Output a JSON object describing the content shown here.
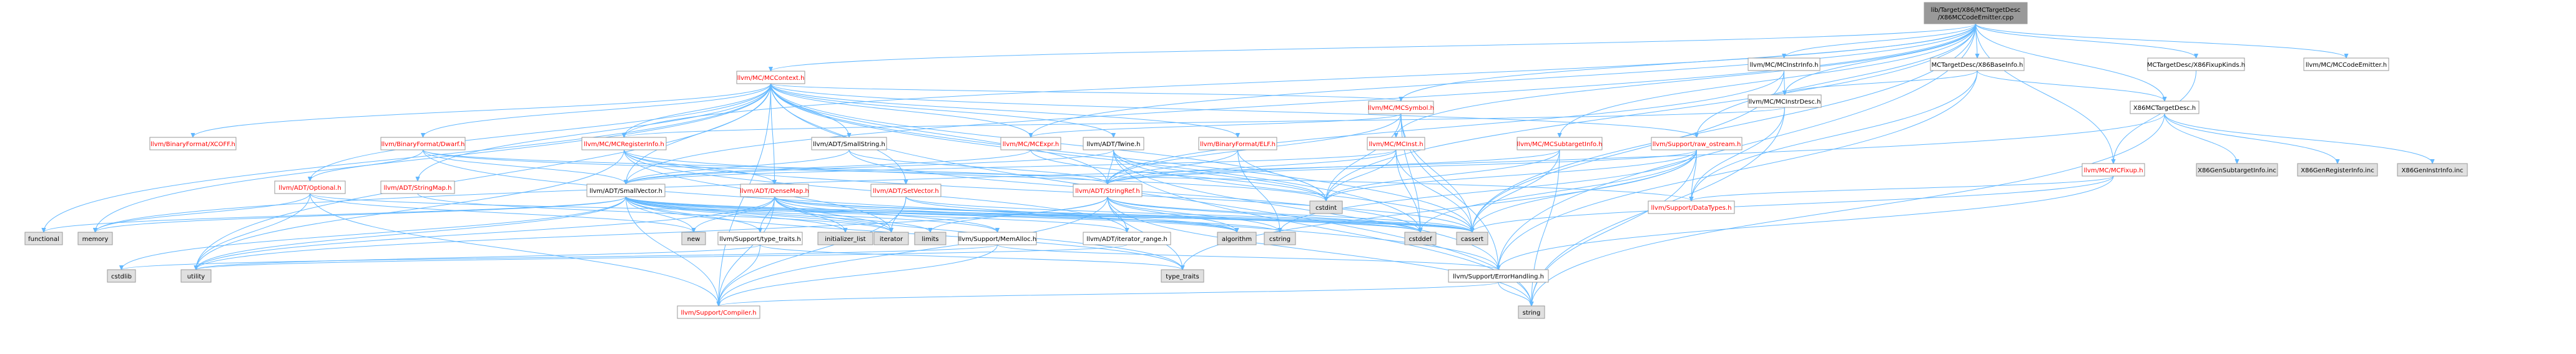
{
  "graph": {
    "colors": {
      "root_fill": "#999999",
      "internal_fill": "#ffffff",
      "external_fill": "#e0e0e0",
      "internal_text": "#ff0000",
      "root_text": "#000000",
      "external_text": "#000000",
      "edge": "#63b8ff",
      "border": "#999999"
    },
    "nodes": [
      {
        "id": "root",
        "lines": [
          "lib/Target/X86/MCTargetDesc",
          "/X86MCCodeEmitter.cpp"
        ],
        "kind": "root"
      },
      {
        "id": "mccontext",
        "lines": [
          "llvm/MC/MCContext.h"
        ],
        "kind": "internal"
      },
      {
        "id": "mcsymbol",
        "lines": [
          "llvm/MC/MCSymbol.h"
        ],
        "kind": "internal"
      },
      {
        "id": "mcinstrinfo",
        "lines": [
          "llvm/MC/MCInstrInfo.h"
        ],
        "kind": "plain"
      },
      {
        "id": "x86baseinfo",
        "lines": [
          "MCTargetDesc/X86BaseInfo.h"
        ],
        "kind": "plain"
      },
      {
        "id": "x86fixupkinds",
        "lines": [
          "MCTargetDesc/X86FixupKinds.h"
        ],
        "kind": "plain"
      },
      {
        "id": "mccodeemitter",
        "lines": [
          "llvm/MC/MCCodeEmitter.h"
        ],
        "kind": "plain"
      },
      {
        "id": "mcinstrdesc",
        "lines": [
          "llvm/MC/MCInstrDesc.h"
        ],
        "kind": "plain"
      },
      {
        "id": "x86mctargetdesc",
        "lines": [
          "X86MCTargetDesc.h"
        ],
        "kind": "plain"
      },
      {
        "id": "xcoff",
        "lines": [
          "llvm/BinaryFormat/XCOFF.h"
        ],
        "kind": "internal"
      },
      {
        "id": "dwarf",
        "lines": [
          "llvm/BinaryFormat/Dwarf.h"
        ],
        "kind": "internal"
      },
      {
        "id": "mcregisterinfo",
        "lines": [
          "llvm/MC/MCRegisterInfo.h"
        ],
        "kind": "internal"
      },
      {
        "id": "smallstring",
        "lines": [
          "llvm/ADT/SmallString.h"
        ],
        "kind": "plain"
      },
      {
        "id": "mcexpr",
        "lines": [
          "llvm/MC/MCExpr.h"
        ],
        "kind": "internal"
      },
      {
        "id": "twine",
        "lines": [
          "llvm/ADT/Twine.h"
        ],
        "kind": "plain"
      },
      {
        "id": "elf",
        "lines": [
          "llvm/BinaryFormat/ELF.h"
        ],
        "kind": "internal"
      },
      {
        "id": "mcinst",
        "lines": [
          "llvm/MC/MCInst.h"
        ],
        "kind": "internal"
      },
      {
        "id": "mcsubtargetinfo",
        "lines": [
          "llvm/MC/MCSubtargetInfo.h"
        ],
        "kind": "internal"
      },
      {
        "id": "rawostream",
        "lines": [
          "llvm/Support/raw_ostream.h"
        ],
        "kind": "internal"
      },
      {
        "id": "mcfixup",
        "lines": [
          "llvm/MC/MCFixup.h"
        ],
        "kind": "internal"
      },
      {
        "id": "subtargetinc",
        "lines": [
          "X86GenSubtargetInfo.inc"
        ],
        "kind": "external"
      },
      {
        "id": "registerinc",
        "lines": [
          "X86GenRegisterInfo.inc"
        ],
        "kind": "external"
      },
      {
        "id": "instrinc",
        "lines": [
          "X86GenInstrInfo.inc"
        ],
        "kind": "external"
      },
      {
        "id": "optional",
        "lines": [
          "llvm/ADT/Optional.h"
        ],
        "kind": "internal"
      },
      {
        "id": "stringmap",
        "lines": [
          "llvm/ADT/StringMap.h"
        ],
        "kind": "internal"
      },
      {
        "id": "smallvector",
        "lines": [
          "llvm/ADT/SmallVector.h"
        ],
        "kind": "plain"
      },
      {
        "id": "densemap",
        "lines": [
          "llvm/ADT/DenseMap.h"
        ],
        "kind": "internal"
      },
      {
        "id": "setvector",
        "lines": [
          "llvm/ADT/SetVector.h"
        ],
        "kind": "internal"
      },
      {
        "id": "stringref",
        "lines": [
          "llvm/ADT/StringRef.h"
        ],
        "kind": "internal"
      },
      {
        "id": "cstdint",
        "lines": [
          "cstdint"
        ],
        "kind": "external"
      },
      {
        "id": "datatypes",
        "lines": [
          "llvm/Support/DataTypes.h"
        ],
        "kind": "internal"
      },
      {
        "id": "functional",
        "lines": [
          "functional"
        ],
        "kind": "external"
      },
      {
        "id": "memory",
        "lines": [
          "memory"
        ],
        "kind": "external"
      },
      {
        "id": "new",
        "lines": [
          "new"
        ],
        "kind": "external"
      },
      {
        "id": "typetraits",
        "lines": [
          "llvm/Support/type_traits.h"
        ],
        "kind": "plain"
      },
      {
        "id": "initlist",
        "lines": [
          "initializer_list"
        ],
        "kind": "external"
      },
      {
        "id": "iterator",
        "lines": [
          "iterator"
        ],
        "kind": "external"
      },
      {
        "id": "limits",
        "lines": [
          "limits"
        ],
        "kind": "external"
      },
      {
        "id": "memalloc",
        "lines": [
          "llvm/Support/MemAlloc.h"
        ],
        "kind": "plain"
      },
      {
        "id": "iterrange",
        "lines": [
          "llvm/ADT/iterator_range.h"
        ],
        "kind": "plain"
      },
      {
        "id": "algorithm",
        "lines": [
          "algorithm"
        ],
        "kind": "external"
      },
      {
        "id": "cstring",
        "lines": [
          "cstring"
        ],
        "kind": "external"
      },
      {
        "id": "cstddef",
        "lines": [
          "cstddef"
        ],
        "kind": "external"
      },
      {
        "id": "cassert",
        "lines": [
          "cassert"
        ],
        "kind": "external"
      },
      {
        "id": "cstdlib",
        "lines": [
          "cstdlib"
        ],
        "kind": "external"
      },
      {
        "id": "utility",
        "lines": [
          "utility"
        ],
        "kind": "external"
      },
      {
        "id": "type_traits",
        "lines": [
          "type_traits"
        ],
        "kind": "external"
      },
      {
        "id": "errorhandling",
        "lines": [
          "llvm/Support/ErrorHandling.h"
        ],
        "kind": "plain"
      },
      {
        "id": "string",
        "lines": [
          "string"
        ],
        "kind": "external"
      },
      {
        "id": "compiler",
        "lines": [
          "llvm/Support/Compiler.h"
        ],
        "kind": "internal"
      }
    ]
  }
}
